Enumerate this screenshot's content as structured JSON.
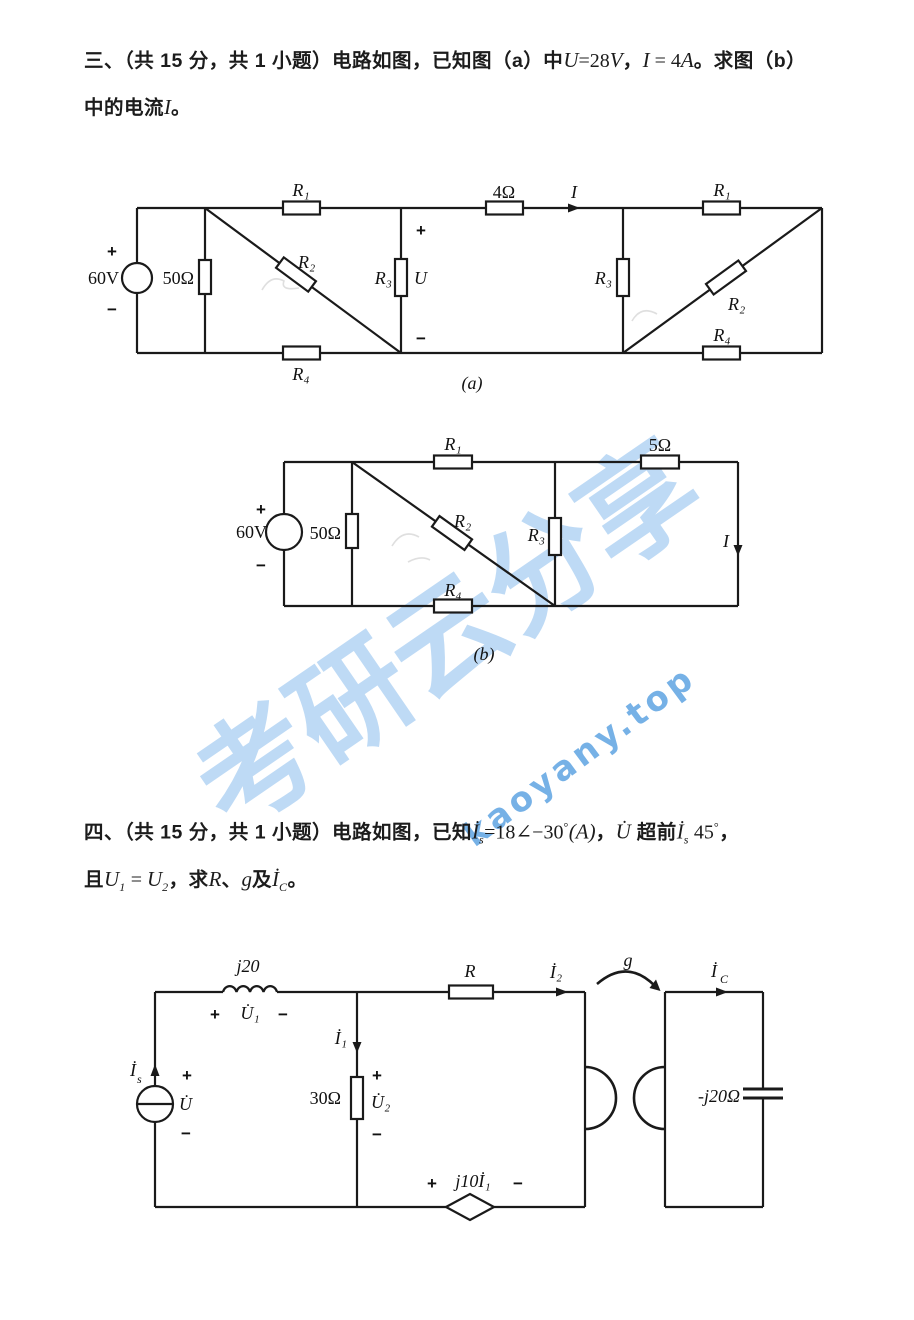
{
  "watermark": {
    "calligraphy": "考研云分享",
    "site": "kaoyany.top"
  },
  "sym": {
    "plus": "+",
    "minus": "−"
  },
  "problem3": {
    "seg1": "三、（共 15 分，共 1 小题）电路如图，已知图（a）中",
    "u": "U",
    "seg2": "=28",
    "v": "V",
    "seg3": "，",
    "i": "I",
    "seg4": " = 4",
    "a": "A",
    "seg5": "。求图（b）",
    "l2a": "中的电流",
    "l2i": "I",
    "l2b": "。"
  },
  "problem4": {
    "seg1": "四、（共 15 分，共 1 小题）电路如图，已知",
    "is1": "İ",
    "is1sub": "s",
    "seg2": "=18∠−30",
    "deg1": "°",
    "seg3": "(A)",
    "seg3b": "，",
    "udot": "U̇",
    "seg4": " 超前",
    "is2": "İ",
    "is2sub": "s",
    "seg5": " 45",
    "deg2": "°",
    "seg6": "，",
    "l2a": "且",
    "u1": "U",
    "u1sub": "1",
    "l2eq": " = ",
    "u2": "U",
    "u2sub": "2",
    "l2b": "，求",
    "r": "R",
    "l2c": "、",
    "g": "g",
    "l2d": "及",
    "ic": "İ",
    "icsub": "C",
    "l2e": "。"
  },
  "figA": {
    "v60": "60V",
    "r50": "50Ω",
    "r1_left": "R₁",
    "r2_left": "R₂",
    "r3_left": "R₃",
    "r4_left": "R₄",
    "u": "U",
    "ohm4": "4Ω",
    "i": "I",
    "r1_right": "R₁",
    "r2_right": "R₂",
    "r3_right": "R₃",
    "r4_right": "R₄",
    "caption": "(a)"
  },
  "figB": {
    "v60": "60V",
    "r50": "50Ω",
    "r1": "R₁",
    "r2": "R₂",
    "r3": "R₃",
    "r4": "R₄",
    "ohm5": "5Ω",
    "i": "I",
    "caption": "(b)"
  },
  "figC": {
    "j20": "j20",
    "u1": "U̇₁",
    "is": "İ",
    "is_sub": "s",
    "udot": "U̇",
    "i1": "İ₁",
    "ohm30": "30Ω",
    "u2": "U̇₂",
    "r": "R",
    "i2": "İ₂",
    "g": "g",
    "ic": "İ",
    "ic_sub": "C",
    "dep": "j10İ₁",
    "cap": "-j20Ω"
  }
}
